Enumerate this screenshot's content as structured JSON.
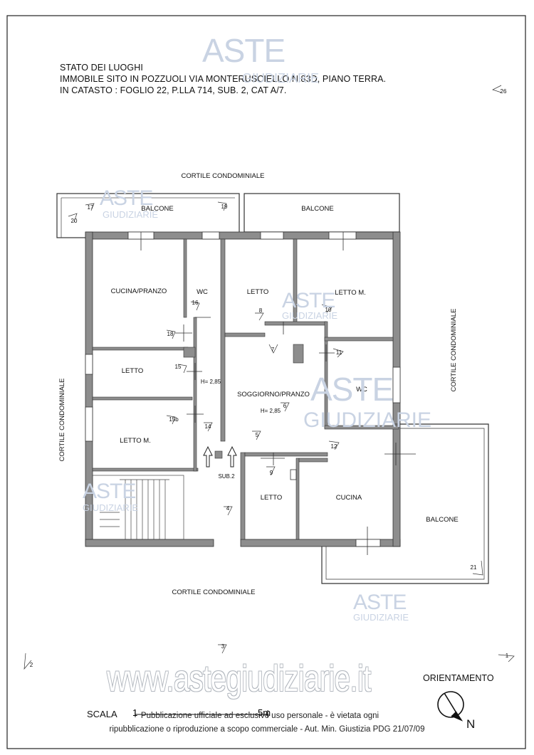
{
  "header": {
    "line1": "STATO DEI LUOGHI",
    "line2": "IMMOBILE SITO IN POZZUOLI VIA MONTERUSCIELLO N.83D, PIANO TERRA.",
    "line3": "IN CATASTO : FOGLIO 22, P.LLA 714, SUB. 2, CAT A/7."
  },
  "watermark": {
    "brand": "ASTE",
    "sub": "GIUDIZIARIE",
    "site": "www.astegiudiziarie.it"
  },
  "rooms": {
    "cucina_pranzo": "CUCINA/PRANZO",
    "wc_top": "WC",
    "letto_top": "LETTO",
    "letto_m_top": "LETTO M.",
    "letto_mid": "LETTO",
    "letto_m_left": "LETTO M.",
    "soggiorno": "SOGGIORNO/PRANZO",
    "wc_right": "WC",
    "letto_bottom": "LETTO",
    "cucina": "CUCINA",
    "balcone_left": "BALCONE",
    "balcone_top_right": "BALCONE",
    "balcone_right": "BALCONE"
  },
  "heights": {
    "corridor": "H= 2,85",
    "soggiorno": "H= 2,85"
  },
  "surroundings": {
    "cortile_top": "CORTILE CONDOMINIALE",
    "cortile_bottom": "CORTILE CONDOMINIALE",
    "cortile_left": "CORTILE CONDOMINIALE",
    "cortile_right": "CORTILE CONDOMINIALE",
    "sub": "SUB.2"
  },
  "photo_points": {
    "p1": "1",
    "p2": "2",
    "p3": "3",
    "p4": "4",
    "p5": "5",
    "p6": "6",
    "p7": "7",
    "p8": "8",
    "p9": "9",
    "p10": "10",
    "p11": "11",
    "p12": "12",
    "p14": "14",
    "p15": "15",
    "p15b": "15b",
    "p16": "16",
    "p17": "17",
    "p18": "18",
    "p19": "19",
    "p20": "20",
    "p21": "21",
    "p26": "26"
  },
  "legend": {
    "scale_label": "SCALA",
    "scale_start": "1",
    "scale_end": "5m",
    "orientation": "ORIENTAMENTO",
    "north": "N"
  },
  "footer": {
    "line1": "Pubblicazione ufficiale ad esclusivo uso personale - è vietata ogni",
    "line2": "ripubblicazione o riproduzione a scopo commerciale - Aut. Min. Giustizia PDG 21/07/09"
  }
}
